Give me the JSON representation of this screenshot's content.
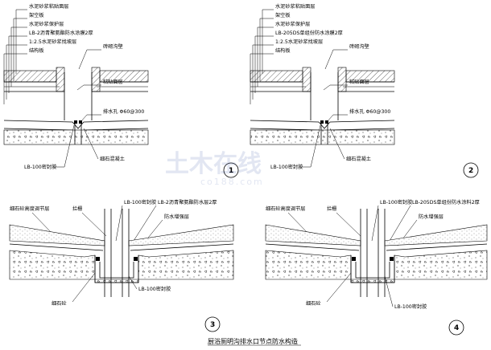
{
  "detail1": {
    "layers": [
      "水泥砂浆粘贴面层",
      "架空板",
      "水泥砂浆保护层",
      "LB-2沥青聚氨酯防水涂膜2厚",
      "1:2.5水泥砂浆找坡层",
      "结构板"
    ],
    "gutter": "砖砌沟壁",
    "tile": "粘贴面层",
    "drain_hole": "排水孔 Φ60@300",
    "sealant": "LB-100密封胶",
    "fine_concrete": "细石混凝土",
    "number": "1"
  },
  "detail2": {
    "layers": [
      "水泥砂浆粘贴面层",
      "架空板",
      "水泥砂浆保护层",
      "LB-205DS单组份防水涂膜2厚",
      "1:2.5水泥砂浆找坡层",
      "结构板"
    ],
    "gutter": "砖砌沟壁",
    "tile": "粘贴面层",
    "drain_hole": "排水孔 Φ60@300",
    "sealant": "LB-100密封胶",
    "fine_concrete": "细石混凝土",
    "number": "2"
  },
  "detail3": {
    "screed": "细石砼高度调节层",
    "grate": "拦栅",
    "sealant_top": "LB-100密封胶",
    "membrane": "LB-2沥青聚氨酯防水层2厚",
    "reinforce": "防水增强层",
    "fine_concrete": "细石砼",
    "sealant_bottom": "LB-100密封胶",
    "number": "3"
  },
  "detail4": {
    "screed": "细石砼高度调节层",
    "grate": "拦栅",
    "sealant_top": "LB-100密封胶",
    "membrane": "LB-205DS单组份防水涂料2厚",
    "reinforce": "防水增强层",
    "fine_concrete": "细石砼",
    "sealant_bottom": "LB-100密封胶",
    "number": "4"
  },
  "caption": "厨浴厕明沟排水口节点防水构造",
  "watermark": {
    "main": "土木在线",
    "sub": "co188.com"
  }
}
